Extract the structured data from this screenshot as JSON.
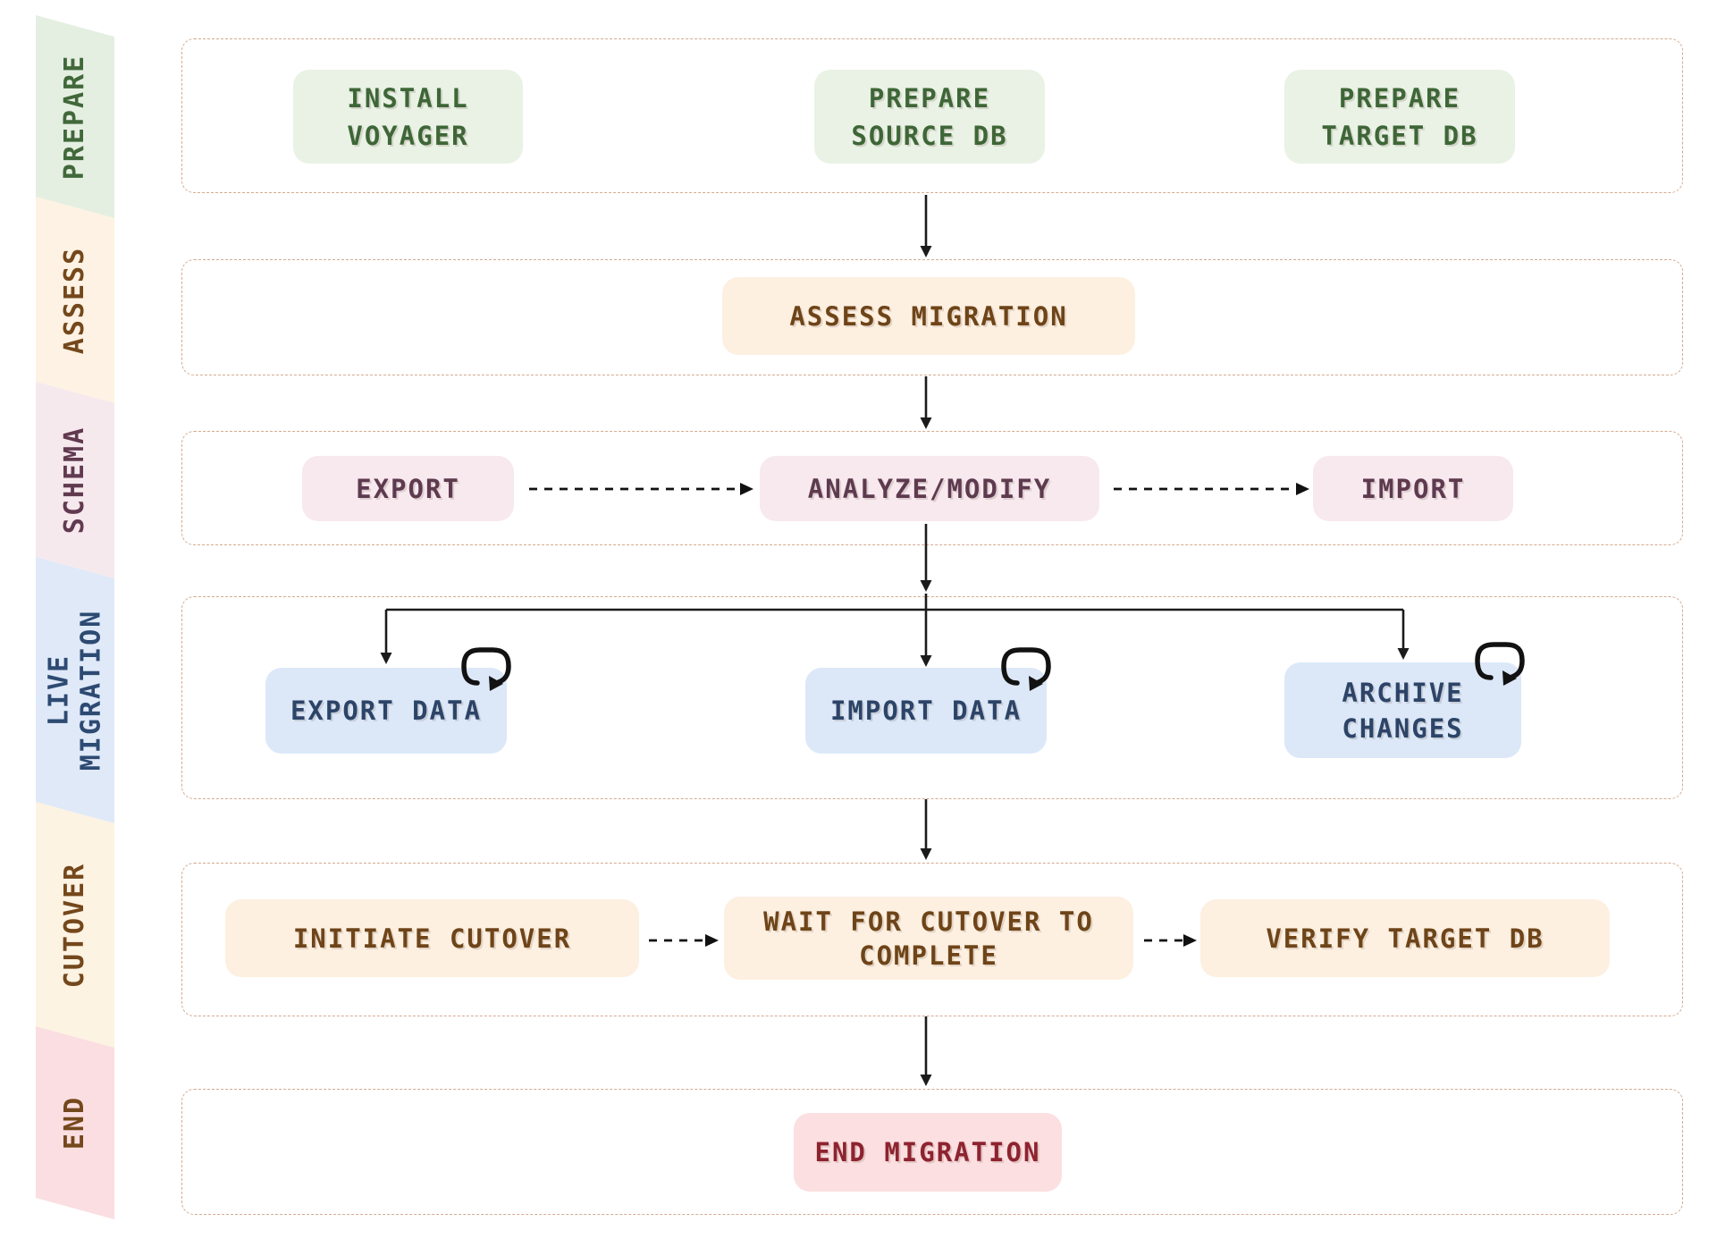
{
  "ribbon": {
    "bands": [
      {
        "id": "prepare",
        "label": "PREPARE",
        "bg": "#e4efe1",
        "color": "#41683a"
      },
      {
        "id": "assess",
        "label": "ASSESS",
        "bg": "#fdf2e3",
        "color": "#74481c"
      },
      {
        "id": "schema",
        "label": "SCHEMA",
        "bg": "#f6e9ed",
        "color": "#613a50"
      },
      {
        "id": "live_migration",
        "label": "LIVE\nMIGRATION",
        "bg": "#dfe9f8",
        "color": "#2d4a72"
      },
      {
        "id": "cutover",
        "label": "CUTOVER",
        "bg": "#fdf3e3",
        "color": "#74481c"
      },
      {
        "id": "end",
        "label": "END",
        "bg": "#fbdee1",
        "color": "#74481c"
      }
    ]
  },
  "nodes": {
    "install_voyager": {
      "label": "INSTALL\nVOYAGER",
      "stage": "PREPARE"
    },
    "prepare_source_db": {
      "label": "PREPARE\nSOURCE DB",
      "stage": "PREPARE"
    },
    "prepare_target_db": {
      "label": "PREPARE\nTARGET DB",
      "stage": "PREPARE"
    },
    "assess_migration": {
      "label": "ASSESS MIGRATION",
      "stage": "ASSESS"
    },
    "export": {
      "label": "EXPORT",
      "stage": "SCHEMA"
    },
    "analyze_modify": {
      "label": "ANALYZE/MODIFY",
      "stage": "SCHEMA"
    },
    "import": {
      "label": "IMPORT",
      "stage": "SCHEMA"
    },
    "export_data": {
      "label": "EXPORT DATA",
      "stage": "LIVE MIGRATION",
      "has_loop_icon": true
    },
    "import_data": {
      "label": "IMPORT DATA",
      "stage": "LIVE MIGRATION",
      "has_loop_icon": true
    },
    "archive_changes": {
      "label": "ARCHIVE\nCHANGES",
      "stage": "LIVE MIGRATION",
      "has_loop_icon": true
    },
    "initiate_cutover": {
      "label": "INITIATE CUTOVER",
      "stage": "CUTOVER"
    },
    "wait_for_cutover": {
      "label": "WAIT FOR CUTOVER TO\nCOMPLETE",
      "stage": "CUTOVER"
    },
    "verify_target_db": {
      "label": "VERIFY TARGET DB",
      "stage": "CUTOVER"
    },
    "end_migration": {
      "label": "END MIGRATION",
      "stage": "END"
    }
  },
  "icons": {
    "loop": "clockwise-repeat-loop-arrow"
  },
  "colors": {
    "node_green_bg": "#e9f2e5",
    "node_green_text": "#3e6637",
    "node_cream_bg": "#fdf0e1",
    "node_cream_text": "#6e4418",
    "node_pink_bg": "#f7e9ee",
    "node_pink_text": "#5e3a4f",
    "node_blue_bg": "#dce8f8",
    "node_blue_text": "#2c4467",
    "node_red_bg": "#fcdfe0",
    "node_red_text": "#8e2330",
    "lane_border": "#d3aa90",
    "arrow": "#1b1b1b",
    "background": "#ffffff"
  }
}
